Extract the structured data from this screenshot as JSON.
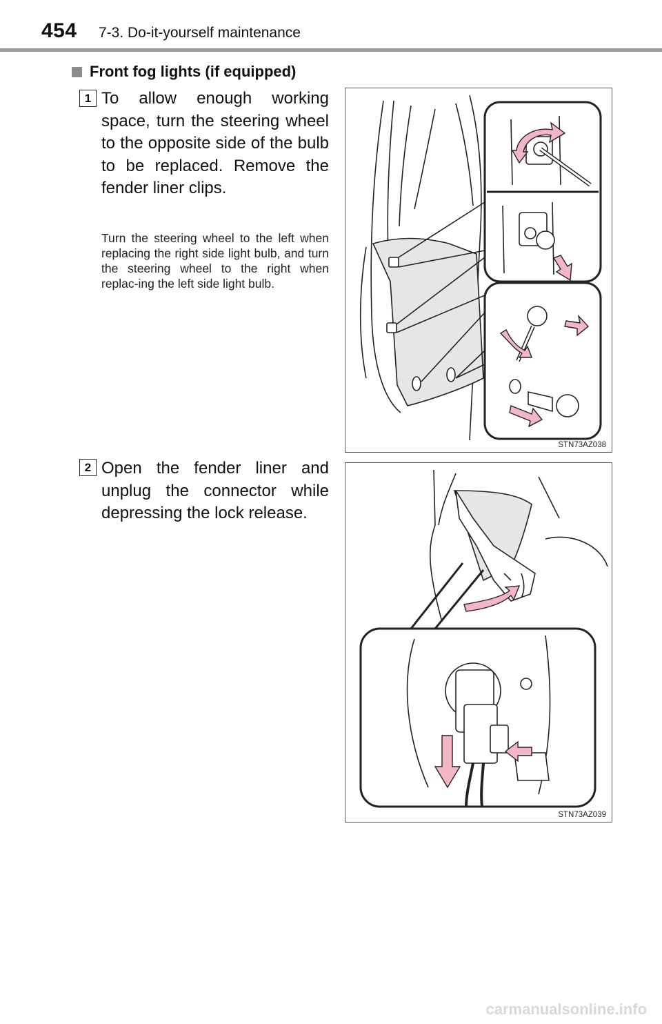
{
  "header": {
    "page_number": "454",
    "section_title": "7-3. Do-it-yourself maintenance"
  },
  "subheading": "Front fog lights (if equipped)",
  "steps": [
    {
      "number": "1",
      "text": "To allow enough working space, turn the steering wheel to the opposite side of the bulb to be replaced. Remove the fender liner clips.",
      "note": "Turn the steering wheel to the left when replacing the right side light bulb, and turn the steering wheel to the right when replac-ing the left side light bulb.",
      "figure_code": "STN73AZ038"
    },
    {
      "number": "2",
      "text": "Open the fender liner and unplug the connector while depressing the lock release.",
      "figure_code": "STN73AZ039"
    }
  ],
  "watermark": "carmanualsonline.info",
  "colors": {
    "arrow_pink": "#f2b6c6",
    "arrow_outline": "#222222",
    "header_rule": "#9a9a9a"
  }
}
